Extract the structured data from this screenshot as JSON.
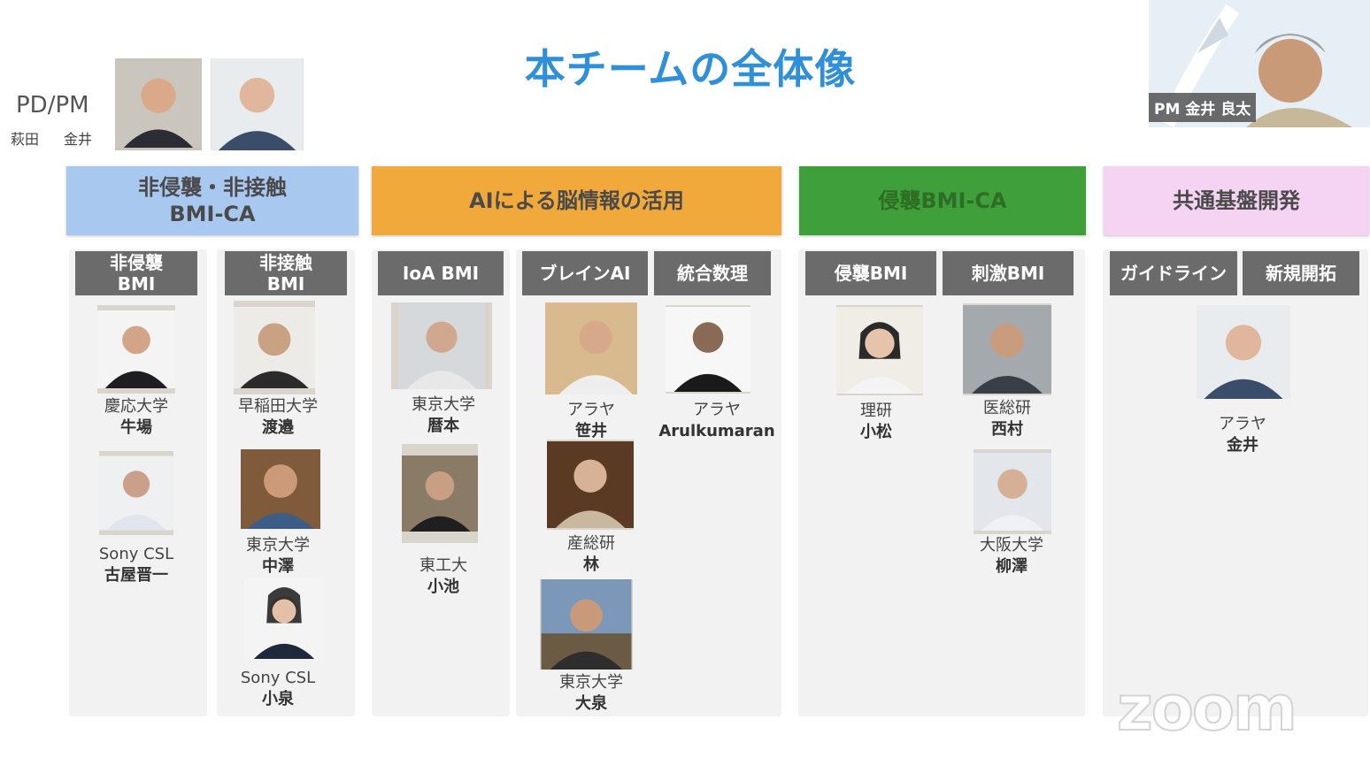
{
  "title": "本チームの全体像",
  "pdpm": {
    "label": "PD/PM",
    "names": [
      "萩田",
      "金井"
    ]
  },
  "categories": [
    {
      "label_line1": "非侵襲・非接触",
      "label_line2": "BMI-CA",
      "color": "#a8c8f0"
    },
    {
      "label_line1": "AIによる脳情報の活用",
      "label_line2": "",
      "color": "#f2a93b"
    },
    {
      "label_line1": "侵襲BMI-CA",
      "label_line2": "",
      "color": "#3f9f3a"
    },
    {
      "label_line1": "共通基盤開発",
      "label_line2": "",
      "color": "#f5d3f2"
    }
  ],
  "subcategories": {
    "noninvasive": {
      "line1": "非侵襲",
      "line2": "BMI"
    },
    "noncontact": {
      "line1": "非接触",
      "line2": "BMI"
    },
    "ioa": "IoA BMI",
    "brain_ai": "ブレインAI",
    "math": "統合数理",
    "invasive": "侵襲BMI",
    "stim": "刺激BMI",
    "guideline": "ガイドライン",
    "new": "新規開拓"
  },
  "people": {
    "keio": {
      "org": "慶応大学",
      "name": "牛場"
    },
    "sony1": {
      "org": "Sony CSL",
      "name": "古屋晋一"
    },
    "waseda": {
      "org": "早稲田大学",
      "name": "渡邉"
    },
    "todai1": {
      "org": "東京大学",
      "name": "中澤"
    },
    "sony2": {
      "org": "Sony CSL",
      "name": "小泉"
    },
    "todai2": {
      "org": "東京大学",
      "name": "暦本"
    },
    "titech": {
      "org": "東工大",
      "name": "小池"
    },
    "araya1": {
      "org": "アラヤ",
      "name": "笹井"
    },
    "aist1": {
      "org": "産総研",
      "name": "林"
    },
    "todai3": {
      "org": "東京大学",
      "name": "大泉"
    },
    "araya2": {
      "org": "アラヤ",
      "name": "Arulkumaran"
    },
    "riken": {
      "org": "理研",
      "name": "小松"
    },
    "ims": {
      "org": "医総研",
      "name": "西村"
    },
    "osaka": {
      "org": "大阪大学",
      "name": "柳澤"
    },
    "araya3": {
      "org": "アラヤ",
      "name": "金井"
    }
  },
  "video": {
    "label": "PM 金井 良太"
  },
  "watermark": "zoom"
}
